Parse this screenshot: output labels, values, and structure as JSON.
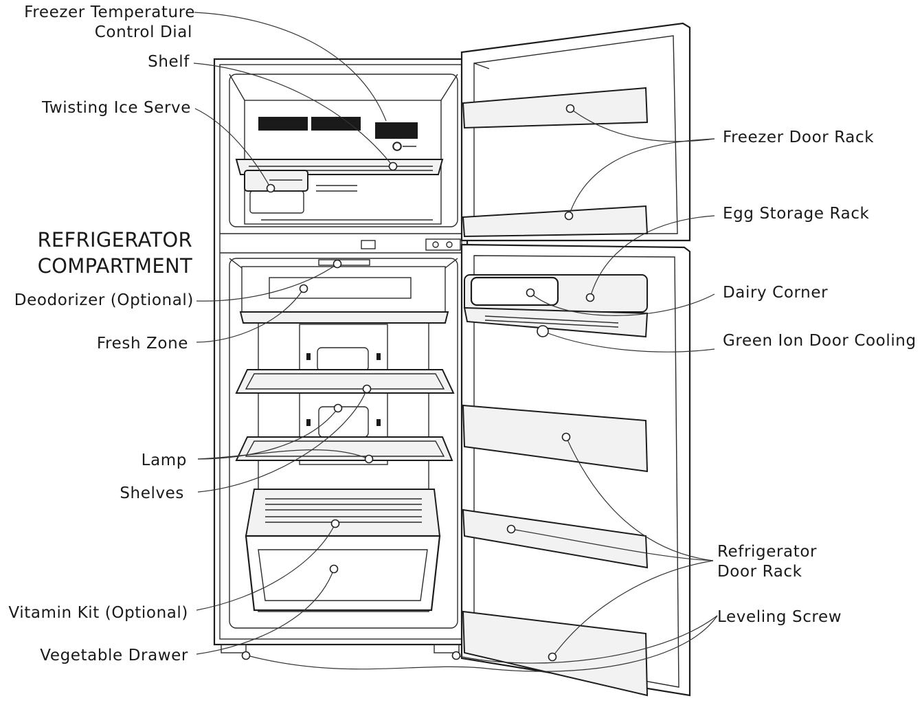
{
  "labels": {
    "freezer_temp_dial_1": "Freezer Temperature",
    "freezer_temp_dial_2": "Control Dial",
    "shelf": "Shelf",
    "twisting_ice": "Twisting Ice Serve",
    "section_1": "REFRIGERATOR",
    "section_2": "COMPARTMENT",
    "deodorizer": "Deodorizer (Optional)",
    "fresh_zone": "Fresh Zone",
    "lamp": "Lamp",
    "shelves": "Shelves",
    "vitamin_kit": "Vitamin Kit (Optional)",
    "vegetable_drawer": "Vegetable Drawer",
    "freezer_door_rack": "Freezer Door Rack",
    "egg_storage": "Egg Storage Rack",
    "dairy_corner": "Dairy Corner",
    "green_ion": "Green Ion Door Cooling",
    "fridge_door_rack_1": "Refrigerator",
    "fridge_door_rack_2": "Door Rack",
    "leveling_screw": "Leveling Screw"
  }
}
